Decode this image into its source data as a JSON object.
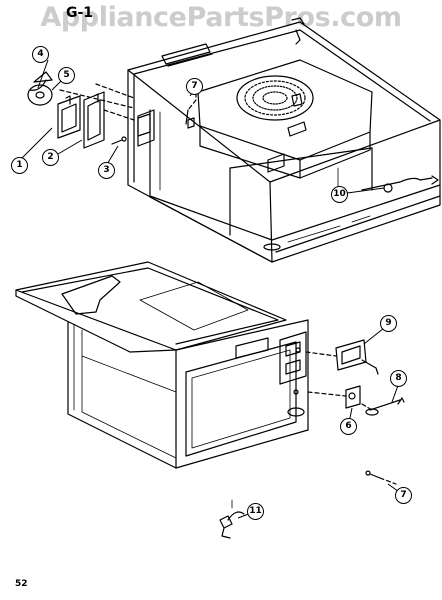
{
  "figure_label": "G-1",
  "watermark": "AppliancePartsPros.com",
  "page_number": "52",
  "callouts": {
    "c1": "1",
    "c2": "2",
    "c3": "3",
    "c4": "4",
    "c5": "5",
    "c6": "6",
    "c7a": "7",
    "c7b": "7",
    "c8": "8",
    "c9": "9",
    "c10": "10",
    "c11": "11"
  }
}
